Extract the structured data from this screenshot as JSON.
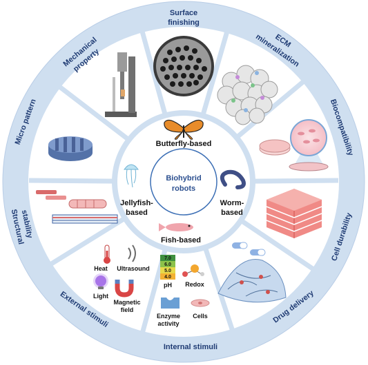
{
  "center": {
    "line1": "Biohybrid",
    "line2": "robots"
  },
  "inner_labels": {
    "butterfly": "Butterfly-based",
    "jellyfish_1": "Jellyfish-",
    "jellyfish_2": "based",
    "worm_1": "Worm-",
    "worm_2": "based",
    "fish": "Fish-based"
  },
  "rim_labels": {
    "surface_1": "Surface",
    "surface_2": "finishing",
    "ecm_1": "ECM",
    "ecm_2": "mineralization",
    "biocompat": "Biocompatibility",
    "cell_durability": "Cell durability",
    "drug_delivery": "Drug delivery",
    "internal_stimuli": "Internal stimuli",
    "external_stimuli": "External stimuli",
    "structural_1": "Structural",
    "structural_2": "stability",
    "micro_pattern": "Micro pattern",
    "mechanical_1": "Mechanical",
    "mechanical_2": "property"
  },
  "external_items": {
    "heat": "Heat",
    "ultrasound": "Ultrasound",
    "light": "Light",
    "magnetic_1": "Magnetic",
    "magnetic_2": "field"
  },
  "internal_items": {
    "ph": "pH",
    "ph_scale": [
      "7.0",
      "6.0",
      "5.0",
      "4.0"
    ],
    "redox": "Redox",
    "enzyme_1": "Enzyme",
    "enzyme_2": "activity",
    "cells": "Cells"
  },
  "colors": {
    "outer_ring": "#cfdff0",
    "segment_fill": "#ffffff",
    "hub_ring": "#cfdff0",
    "hub_fill": "#ffffff",
    "label": "#1f3b73",
    "center_text": "#2b4f8f"
  }
}
